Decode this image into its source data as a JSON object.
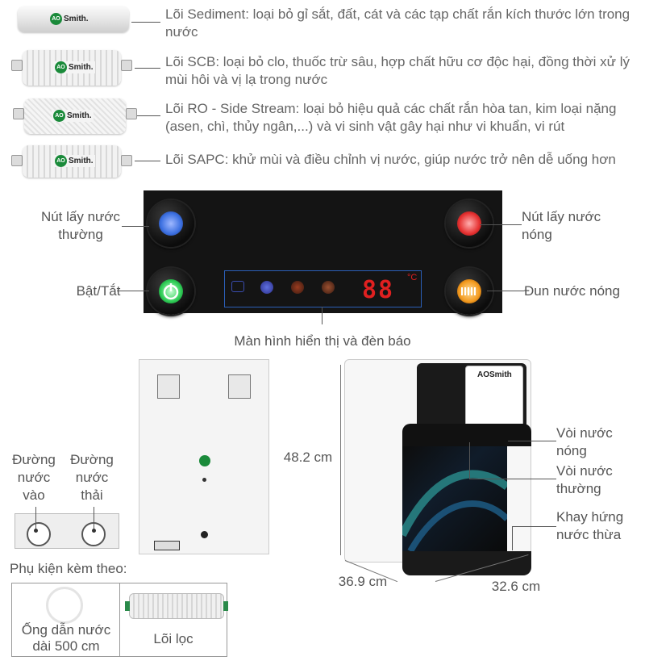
{
  "filters": [
    {
      "brand": "AOSmith",
      "description": "Lõi Sediment: loại bỏ gỉ sắt, đất, cát và các tạp chất rắn kích thước lớn trong nước"
    },
    {
      "brand": "AOSmith",
      "description": "Lõi SCB: loại bỏ clo, thuốc trừ sâu, hợp chất hữu cơ độc hại, đồng thời xử lý mùi hôi và vị lạ trong nước"
    },
    {
      "brand": "AOSmith",
      "description": "Lõi RO - Side Stream: loại bỏ hiệu quả các chất rắn hòa tan, kim loại nặng (asen, chì, thủy ngân,...) và vi sinh vật gây hại như vi khuẩn, vi rút"
    },
    {
      "brand": "AOSmith",
      "description": "Lõi SAPC: khử mùi và điều chỉnh vị nước, giúp nước trở nên dễ uống hơn"
    }
  ],
  "panel": {
    "normal_water_button": "Nút lấy nước thường",
    "hot_water_button": "Nút lấy nước nóng",
    "power_button": "Bật/Tắt",
    "heat_button": "Đun nước nóng",
    "display": "Màn hình hiển thị và đèn báo",
    "display_digits": "88",
    "display_unit": "°C",
    "colors": {
      "blue": "#3b6fe0",
      "red": "#e53030",
      "green": "#2ecc55",
      "orange": "#f39a1e"
    }
  },
  "rear": {
    "water_in": "Đường nước vào",
    "water_out": "Đường nước thải"
  },
  "front": {
    "hot_tap": "Vòi nước nóng",
    "normal_tap": "Vòi nước thường",
    "drip_tray": "Khay hứng nước thừa",
    "height": "48.2 cm",
    "width": "36.9 cm",
    "depth": "32.6 cm",
    "brand": "AOSmith"
  },
  "accessories": {
    "title": "Phụ kiện kèm theo:",
    "items": [
      "Ống dẫn nước dài 500 cm",
      "Lõi lọc"
    ]
  }
}
